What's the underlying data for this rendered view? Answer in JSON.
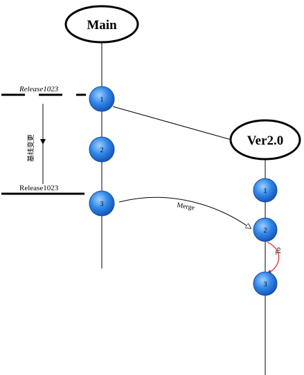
{
  "branches": {
    "main": {
      "label": "Main"
    },
    "ver": {
      "label": "Ver2.0"
    }
  },
  "main_nodes": [
    "1",
    "2",
    "3"
  ],
  "ver_nodes": [
    "1",
    "2",
    "3"
  ],
  "release_dashed": "Release1023",
  "release_solid": "Release1023",
  "baseline_change": "基线变更",
  "merge_label": "Merge",
  "to_label": "To",
  "colors": {
    "node_fill": "#2f86e8",
    "node_stroke": "#1a4f9a",
    "arc": "#e23b3b",
    "line": "#000000"
  }
}
